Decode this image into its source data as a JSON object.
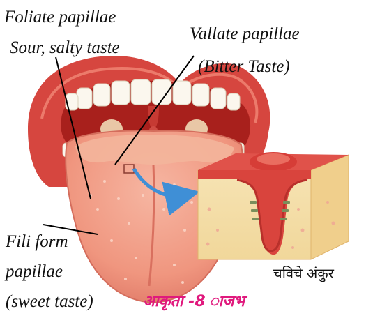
{
  "labels": {
    "foliate_line1": "Foliate papillae",
    "foliate_line2": "Sour, salty taste",
    "vallate_line1": "Vallate papillae",
    "vallate_line2": "(Bitter Taste)",
    "fili_line1": "Fili form",
    "fili_line2": "papillae",
    "fili_line3": "(sweet taste)",
    "inset_caption": "चविचे अंकुर",
    "figure_caption": "आकृता -8 ाजभ"
  },
  "icons": {
    "mouth": "open-mouth-tongue-illustration",
    "inset": "taste-papilla-cross-section-illustration",
    "arrow": "curved-arrow-icon"
  },
  "colors": {
    "tongue": "#f2a08c",
    "lips": "#d6463f",
    "throat": "#a8201c",
    "teeth": "#fbf7ee",
    "caption_accent": "#e0197d",
    "arrow": "#3f8fd6"
  }
}
